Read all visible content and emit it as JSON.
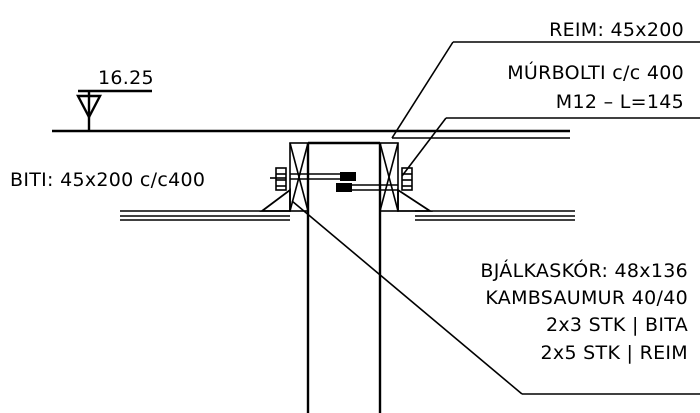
{
  "elevation": {
    "value": "16.25"
  },
  "labels": {
    "top": [
      "REIM: 45x200",
      "MÚRBOLTI c/c 400",
      "M12  –  L=145"
    ],
    "left": "BITI: 45x200 c/c400",
    "bottom": [
      "BJÁLKASKÓR: 48x136",
      "KAMBSAUMUR 40/40",
      "2x3 STK | BITA",
      "2x5 STK | REIM"
    ]
  }
}
